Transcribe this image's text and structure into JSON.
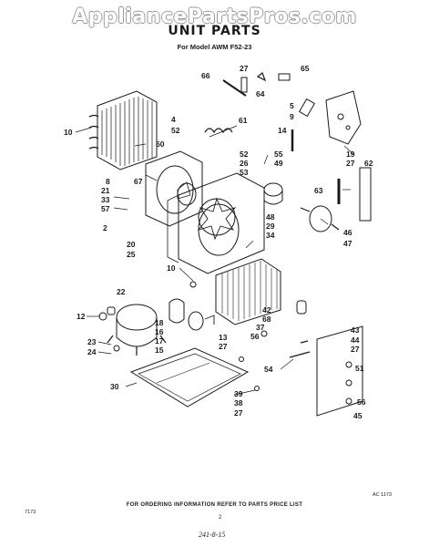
{
  "watermark": "AppliancePartsPros.com",
  "header": {
    "title": "UNIT PARTS",
    "subtitle": "For Model AWM F52-23"
  },
  "callouts": {
    "n66": "66",
    "n27a": "27",
    "n65": "65",
    "n64": "64",
    "n5": "5",
    "n9": "9",
    "n14": "14",
    "n61": "61",
    "n4": "4",
    "n52a": "52",
    "n10a": "10",
    "n60": "60",
    "n8": "8",
    "n21": "21",
    "n67": "67",
    "n33": "33",
    "n57": "57",
    "n52b": "52",
    "n26": "26",
    "n53": "53",
    "n55": "55",
    "n49": "49",
    "n19": "19",
    "n27b": "27",
    "n62": "62",
    "n63": "63",
    "n48": "48",
    "n29": "29",
    "n34": "34",
    "n46": "46",
    "n47": "47",
    "n2": "2",
    "n20": "20",
    "n25": "25",
    "n10b": "10",
    "n22": "22",
    "n12": "12",
    "n18": "18",
    "n16": "16",
    "n17": "17",
    "n15": "15",
    "n42": "42",
    "n68": "68",
    "n37": "37",
    "n56a": "56",
    "n13": "13",
    "n23": "23",
    "n24": "24",
    "n27c": "27",
    "n43": "43",
    "n44": "44",
    "n27d": "27",
    "n54": "54",
    "n51": "51",
    "n30": "30",
    "n39": "39",
    "n38": "38",
    "n27e": "27",
    "n56b": "56",
    "n45": "45"
  },
  "footer": {
    "ac_code": "AC 1173",
    "note": "FOR ORDERING INFORMATION REFER TO PARTS PRICE LIST",
    "print_code": "7173",
    "page_number": "2",
    "handwritten": "241-8-15"
  }
}
